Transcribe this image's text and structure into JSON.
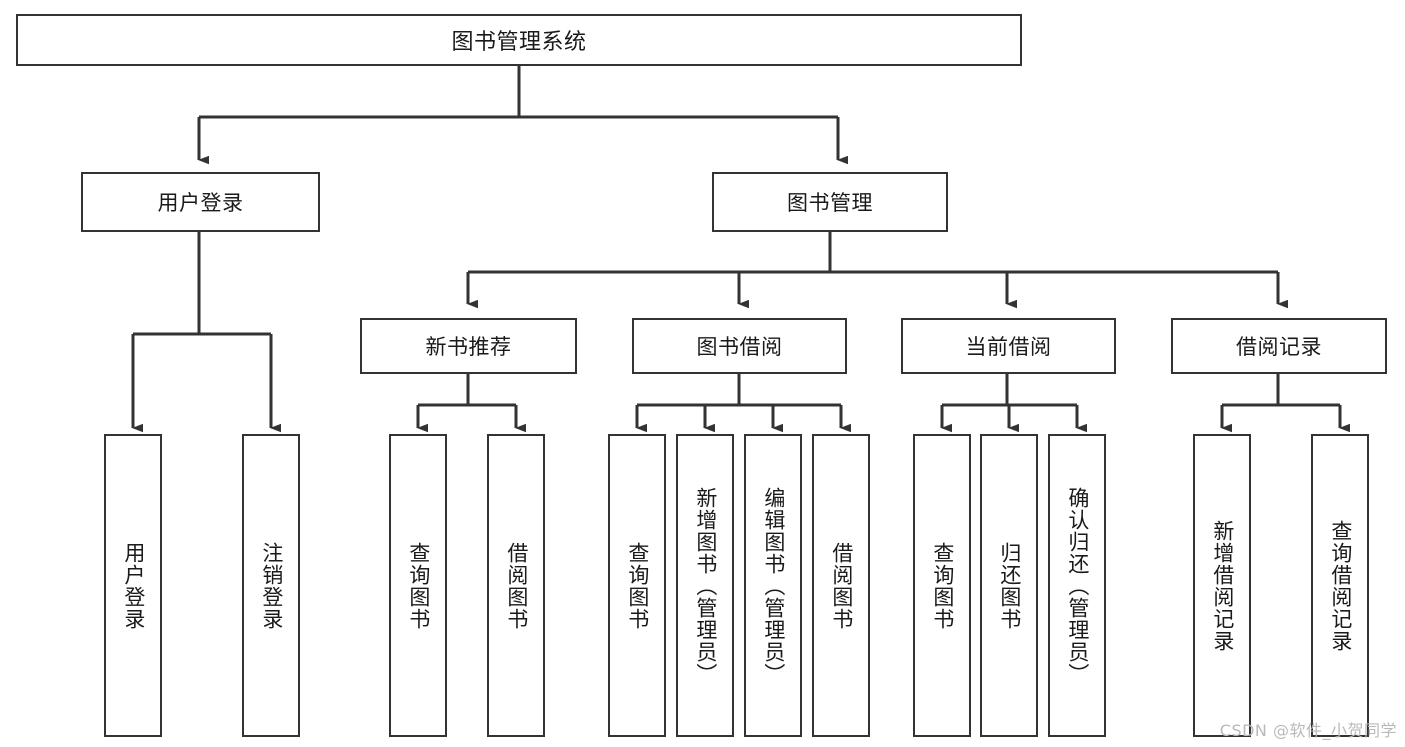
{
  "diagram": {
    "title": "图书管理系统",
    "type": "tree-hierarchy-chart",
    "levels": [
      {
        "level": 1,
        "nodes": [
          {
            "id": "root",
            "label": "图书管理系统",
            "orientation": "horizontal"
          }
        ]
      },
      {
        "level": 2,
        "nodes": [
          {
            "id": "user-login",
            "label": "用户登录",
            "orientation": "horizontal"
          },
          {
            "id": "book-manage",
            "label": "图书管理",
            "orientation": "horizontal"
          }
        ]
      },
      {
        "level": 3,
        "nodes": [
          {
            "id": "new-book-recommend",
            "label": "新书推荐",
            "orientation": "horizontal"
          },
          {
            "id": "book-borrow",
            "label": "图书借阅",
            "orientation": "horizontal"
          },
          {
            "id": "current-borrow",
            "label": "当前借阅",
            "orientation": "horizontal"
          },
          {
            "id": "borrow-record",
            "label": "借阅记录",
            "orientation": "horizontal"
          }
        ]
      },
      {
        "level": 4,
        "nodes": [
          {
            "id": "leaf-user-login",
            "label": "用户登录",
            "orientation": "vertical",
            "parent": "user-login"
          },
          {
            "id": "leaf-logout",
            "label": "注销登录",
            "orientation": "vertical",
            "parent": "user-login"
          },
          {
            "id": "leaf-query-book-1",
            "label": "查询图书",
            "orientation": "vertical",
            "parent": "new-book-recommend"
          },
          {
            "id": "leaf-borrow-book-1",
            "label": "借阅图书",
            "orientation": "vertical",
            "parent": "new-book-recommend"
          },
          {
            "id": "leaf-query-book-2",
            "label": "查询图书",
            "orientation": "vertical",
            "parent": "book-borrow"
          },
          {
            "id": "leaf-add-book",
            "label": "新增图书（管理员）",
            "orientation": "vertical",
            "parent": "book-borrow"
          },
          {
            "id": "leaf-edit-book",
            "label": "编辑图书（管理员）",
            "orientation": "vertical",
            "parent": "book-borrow"
          },
          {
            "id": "leaf-borrow-book-2",
            "label": "借阅图书",
            "orientation": "vertical",
            "parent": "book-borrow"
          },
          {
            "id": "leaf-query-book-3",
            "label": "查询图书",
            "orientation": "vertical",
            "parent": "current-borrow"
          },
          {
            "id": "leaf-return-book",
            "label": "归还图书",
            "orientation": "vertical",
            "parent": "current-borrow"
          },
          {
            "id": "leaf-confirm-return",
            "label": "确认归还（管理员）",
            "orientation": "vertical",
            "parent": "current-borrow"
          },
          {
            "id": "leaf-add-record",
            "label": "新增借阅记录",
            "orientation": "vertical",
            "parent": "borrow-record"
          },
          {
            "id": "leaf-query-record",
            "label": "查询借阅记录",
            "orientation": "vertical",
            "parent": "borrow-record"
          }
        ]
      }
    ],
    "colors": {
      "stroke": "#333333",
      "fill": "#ffffff",
      "text": "#1a1a1a",
      "watermark": "#b9b9b9"
    }
  },
  "watermark": {
    "text": "CSDN @软件_小贺同学"
  }
}
